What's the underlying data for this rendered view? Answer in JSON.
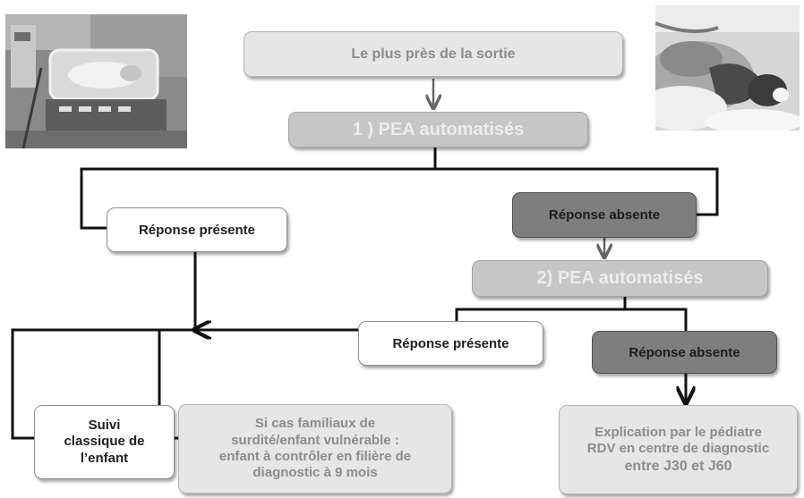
{
  "nodes": {
    "top": "Le plus près de la sortie",
    "pea1": "1 ) PEA automatisés",
    "resp_presente_1": "Réponse présente",
    "resp_absente_1": "Réponse absente",
    "pea2": "2) PEA automatisés",
    "resp_presente_2": "Réponse présente",
    "resp_absente_2": "Réponse absente",
    "suivi": [
      "Suivi",
      "classique de",
      "l’enfant"
    ],
    "familiaux": [
      "Si cas familiaux de",
      "surdité/enfant vulnérable :",
      "enfant à contrôler en filière de",
      "diagnostic à 9 mois"
    ],
    "explication": [
      "Explication par le pédiatre",
      "RDV en centre de diagnostic",
      "entre J30 et J60"
    ]
  },
  "colors": {
    "light_fill": "#e6e6e6",
    "mid_fill": "#c6c6c6",
    "dark_fill": "#7e7e7e",
    "line": "#111111",
    "arrow_gray": "#666666"
  },
  "images": [
    "incubator-photo",
    "newborn-photo"
  ]
}
